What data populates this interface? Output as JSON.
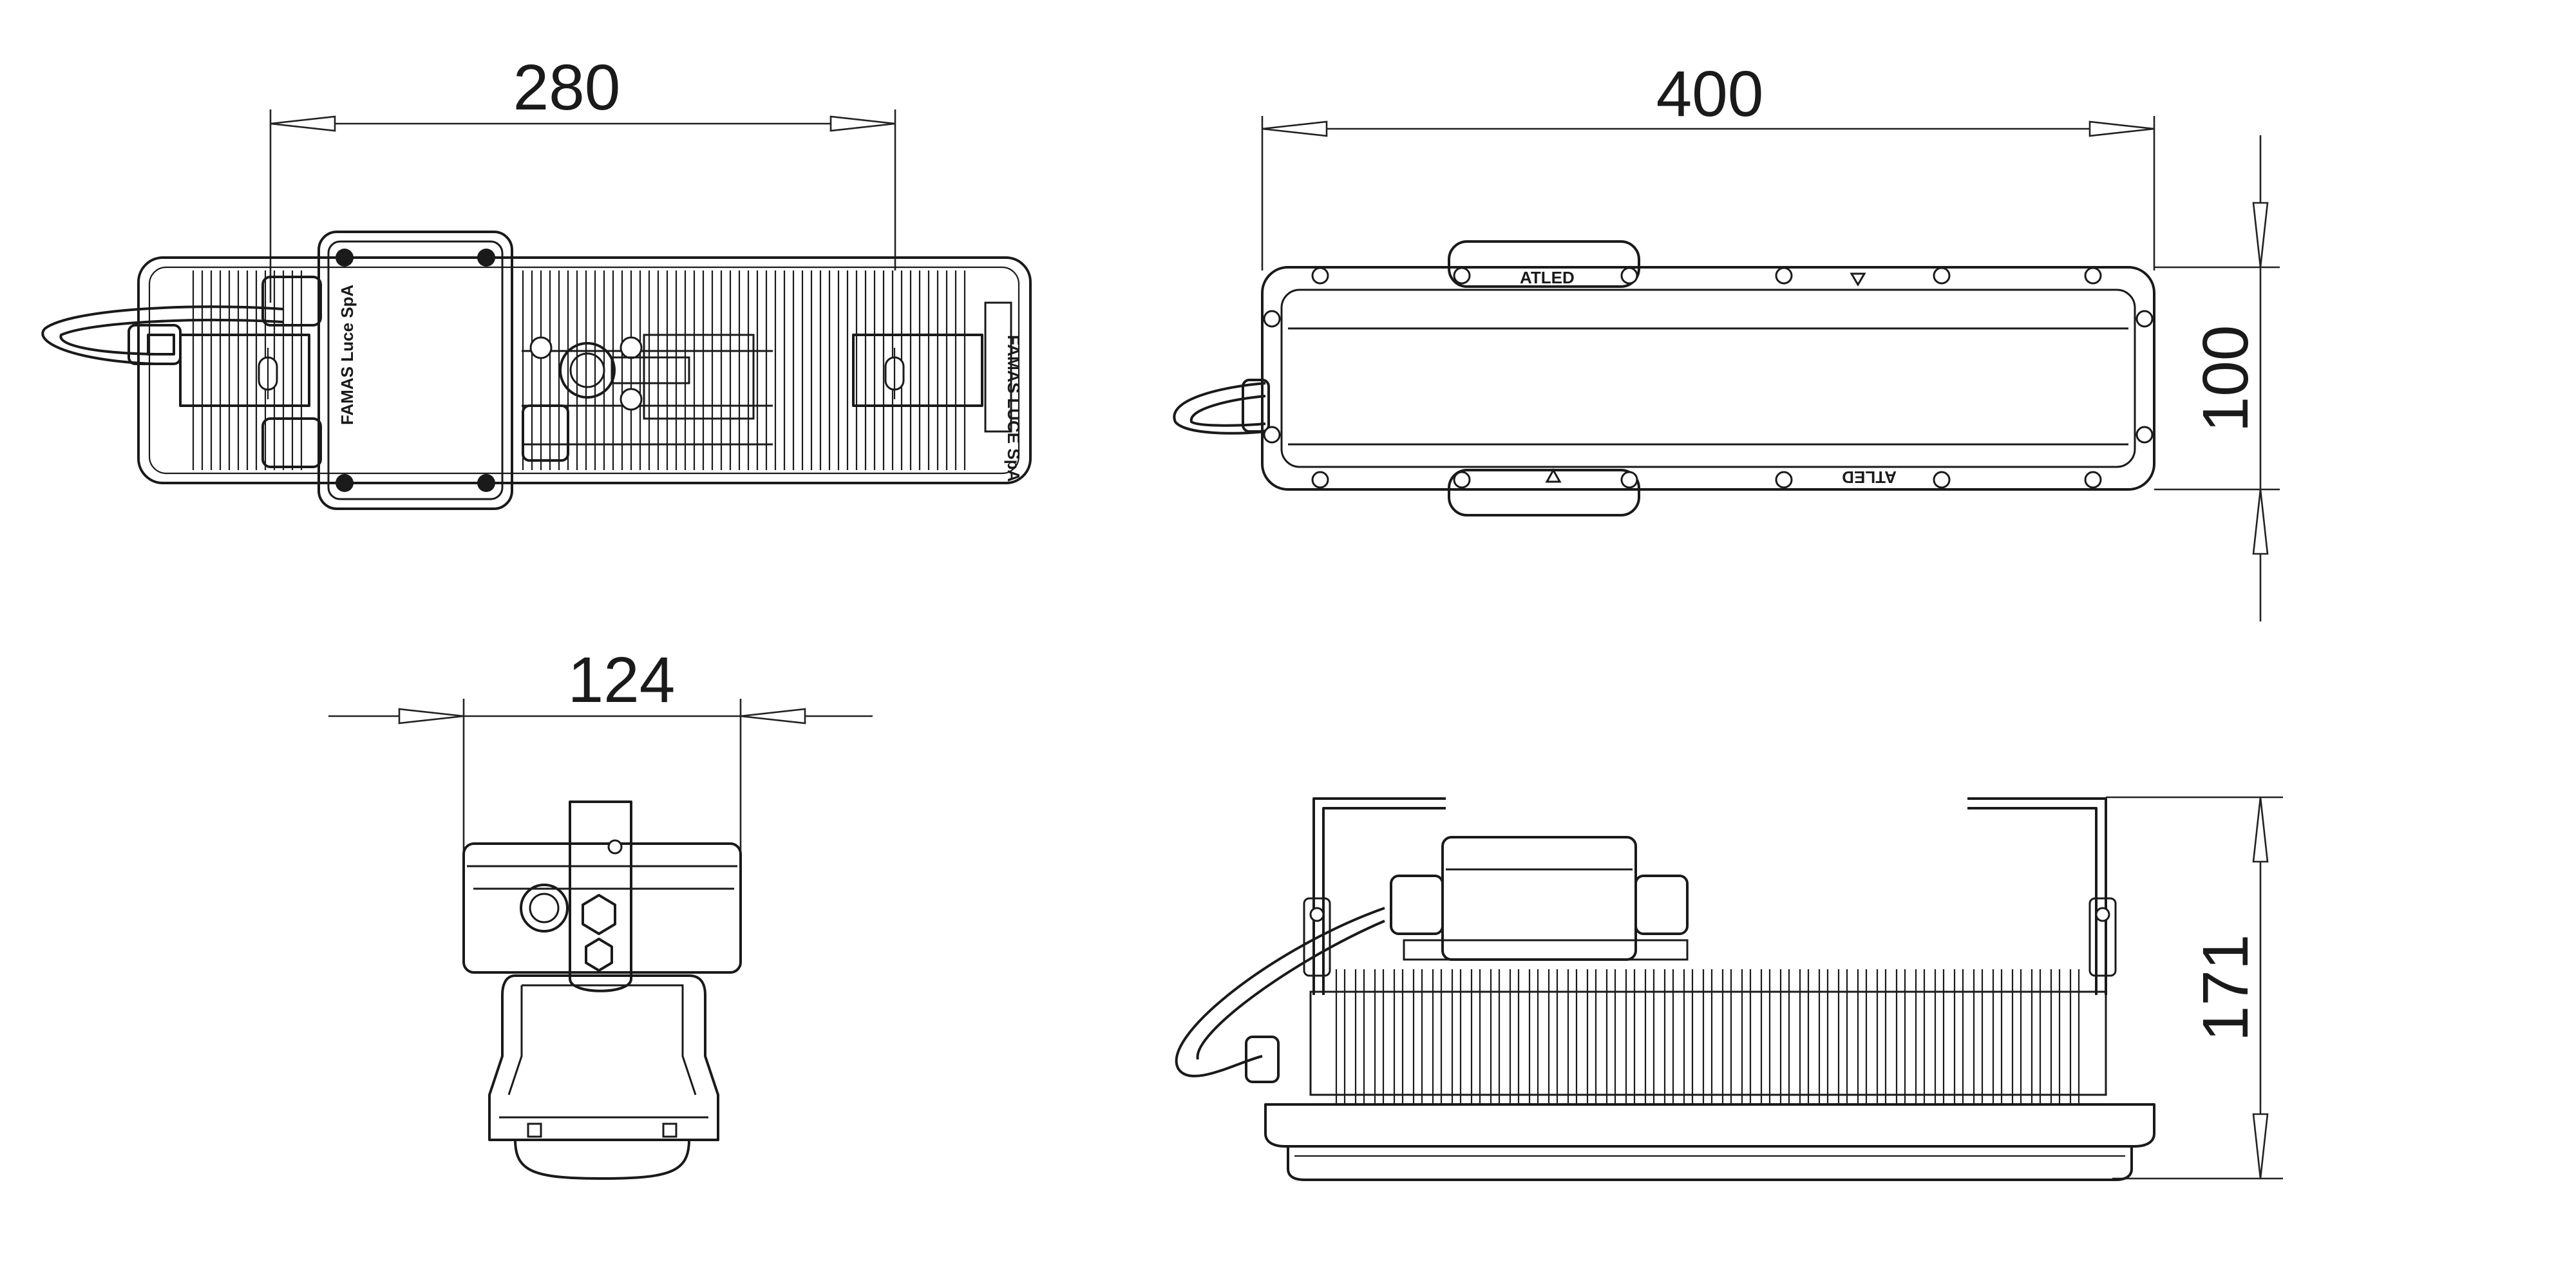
{
  "dimensions": {
    "top_view_width": "280",
    "front_view_width": "400",
    "front_view_height": "100",
    "side_view_width": "124",
    "side_view_height": "171"
  },
  "labels": {
    "maker_text_a": "FAMAS Luce SpA",
    "maker_text_b": "FAMAS LUCE SpA",
    "brand_mark_top": "ATLED",
    "brand_mark_bottom": "ATLED"
  },
  "views": [
    "top-view",
    "front-view",
    "end-view",
    "side-view"
  ]
}
